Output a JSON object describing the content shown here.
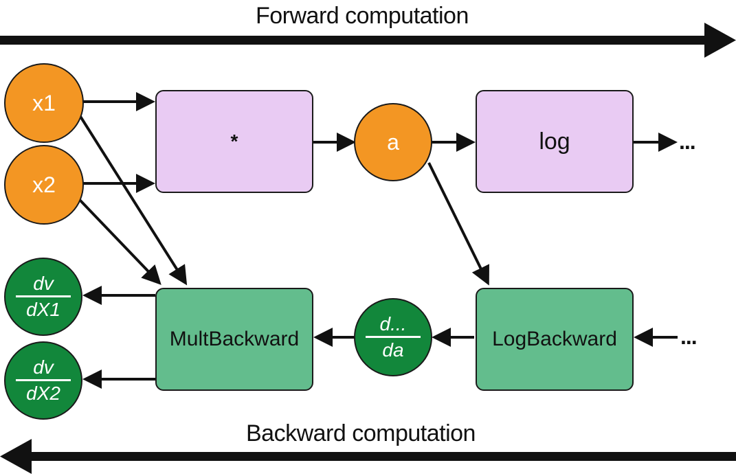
{
  "forward_title": "Forward computation",
  "backward_title": "Backward computation",
  "inputs": {
    "x1": "x1",
    "x2": "x2",
    "a": "a"
  },
  "ops": {
    "mult": "*",
    "log": "log"
  },
  "backward_ops": {
    "mult": "MultBackward",
    "log": "LogBackward"
  },
  "gradients": {
    "dx1": {
      "numerator": "dv",
      "denominator": "dX1"
    },
    "dx2": {
      "numerator": "dv",
      "denominator": "dX2"
    },
    "da": {
      "numerator": "d...",
      "denominator": "da"
    }
  },
  "continuation": "...",
  "colors": {
    "value_node": "#f39623",
    "gradient_node": "#12873b",
    "forward_op": "#e9cbf3",
    "backward_op": "#63bd8d"
  }
}
